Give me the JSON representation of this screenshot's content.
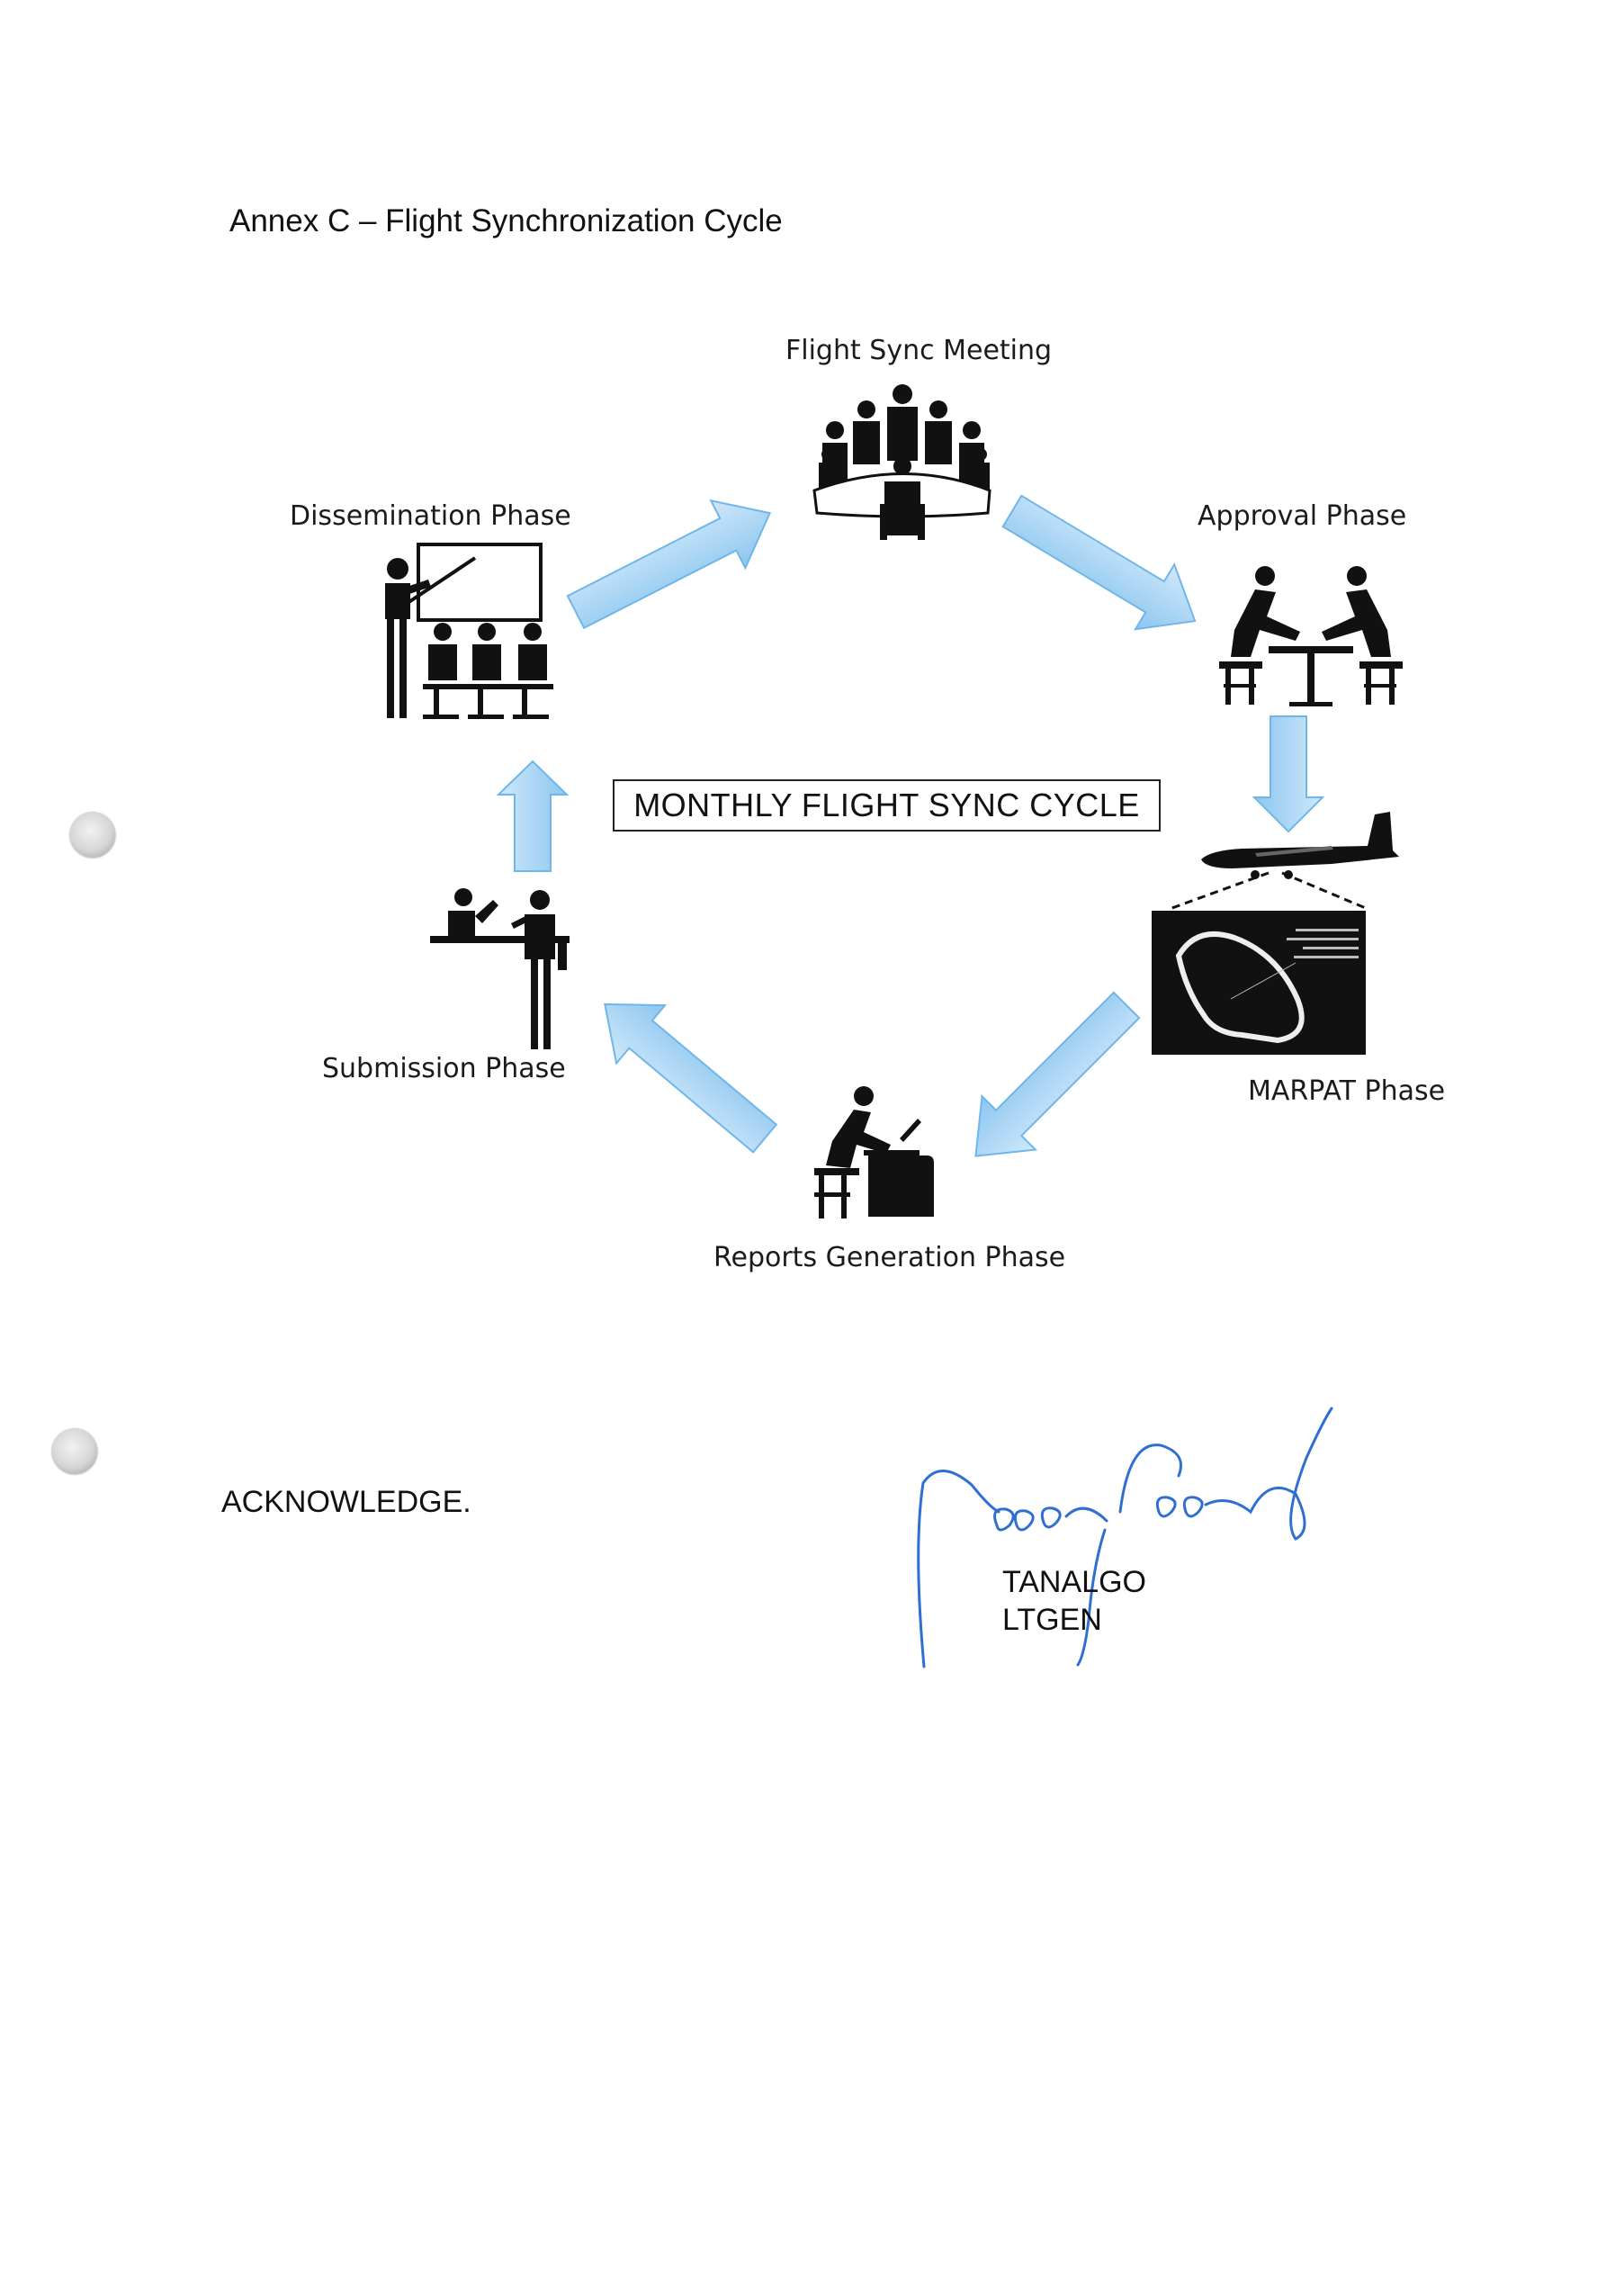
{
  "document": {
    "title": "Annex C – Flight Synchronization Cycle",
    "center_label": "MONTHLY FLIGHT SYNC CYCLE",
    "phases": {
      "meeting": "Flight Sync Meeting",
      "approval": "Approval Phase",
      "marpat": "MARPAT Phase",
      "reports": "Reports Generation  Phase",
      "submission": "Submission  Phase",
      "dissemination": "Dissemination  Phase"
    },
    "acknowledge": "ACKNOWLEDGE.",
    "signatory": {
      "name": "TANALGO",
      "rank": "LTGEN"
    },
    "colors": {
      "arrow_fill": "#a8d4f3",
      "arrow_edge": "#6fb6ea",
      "signature_ink": "#2f6fd0"
    }
  }
}
